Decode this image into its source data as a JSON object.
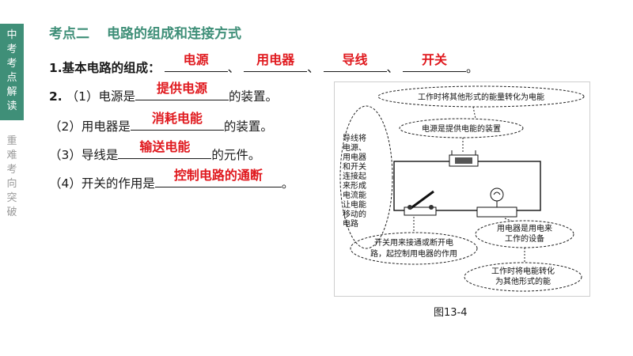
{
  "sidebar": {
    "section_chars": [
      "中",
      "考",
      "考",
      "点",
      "解",
      "读"
    ],
    "next_chars": [
      "重",
      "难",
      "考",
      "向",
      "突",
      "破"
    ]
  },
  "title": {
    "prefix": "考点二",
    "text": "电路的组成和连接方式"
  },
  "q1": {
    "label": "1.基本电路的组成：",
    "answers": [
      "电源",
      "用电器",
      "导线",
      "开关"
    ],
    "sep": "、",
    "end": "。"
  },
  "q2": {
    "num": "2.",
    "items": [
      {
        "pre": "（1）电源是",
        "answer": "提供电源",
        "post": "的装置。"
      },
      {
        "pre": "（2）用电器是",
        "answer": "消耗电能",
        "post": "的装置。"
      },
      {
        "pre": "（3）导线是",
        "answer": "输送电能",
        "post": "的元件。"
      },
      {
        "pre": "（4）开关的作用是",
        "answer": "控制电路的通断",
        "post": "。"
      }
    ]
  },
  "figure": {
    "caption": "图13-4",
    "callouts": {
      "top": "工作时将其他形式的能量转化为电能",
      "source": "电源是提供电能的装置",
      "wire_lines": [
        "导线将",
        "电源、",
        "用电器",
        "和开关",
        "连接起",
        "来形成",
        "电流能",
        "让电能",
        "移动的",
        "电路"
      ],
      "switch_lines": [
        "开关用来接通或断开电",
        "路，起控制用电器的作用"
      ],
      "appliance_lines": [
        "用电器是用电来",
        "工作的设备"
      ],
      "convert_lines": [
        "工作时将电能转化",
        "为其他形式的能"
      ]
    }
  }
}
